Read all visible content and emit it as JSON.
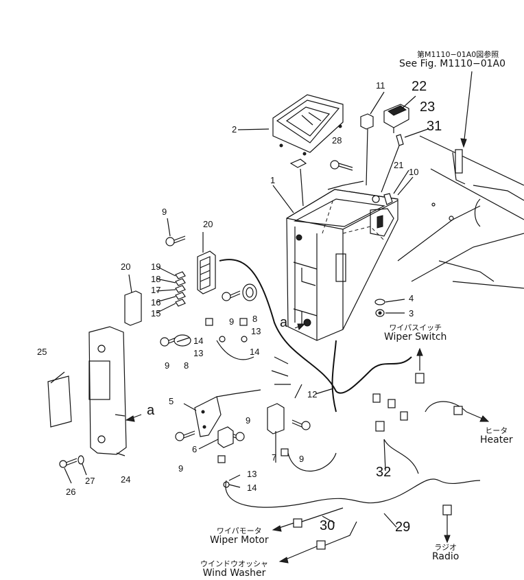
{
  "reference": {
    "jp": "第M1110−01A0図参照",
    "en": "See Fig. M1110−01A0"
  },
  "callouts": {
    "c1": "1",
    "c2": "2",
    "c3": "3",
    "c4": "4",
    "c5": "5",
    "c6": "6",
    "c7": "7",
    "c8": "8",
    "c9": "9",
    "c10": "10",
    "c11": "11",
    "c12": "12",
    "c13": "13",
    "c14": "14",
    "c15": "15",
    "c16": "16",
    "c17": "17",
    "c18": "18",
    "c19": "19",
    "c20": "20",
    "c21": "21",
    "c22": "22",
    "c23": "23",
    "c24": "24",
    "c25": "25",
    "c26": "26",
    "c27": "27",
    "c28": "28",
    "c29": "29",
    "c30": "30",
    "c31": "31",
    "c32": "32",
    "a": "a"
  },
  "connections": {
    "wiper_switch": {
      "jp": "ワイパスイッチ",
      "en": "Wiper Switch"
    },
    "heater": {
      "jp": "ヒータ",
      "en": "Heater"
    },
    "radio": {
      "jp": "ラジオ",
      "en": "Radio"
    },
    "wiper_motor": {
      "jp": "ワイパモータ",
      "en": "Wiper Motor"
    },
    "wind_washer": {
      "jp": "ウインドウオッシャ",
      "en": "Wind Washer"
    }
  }
}
